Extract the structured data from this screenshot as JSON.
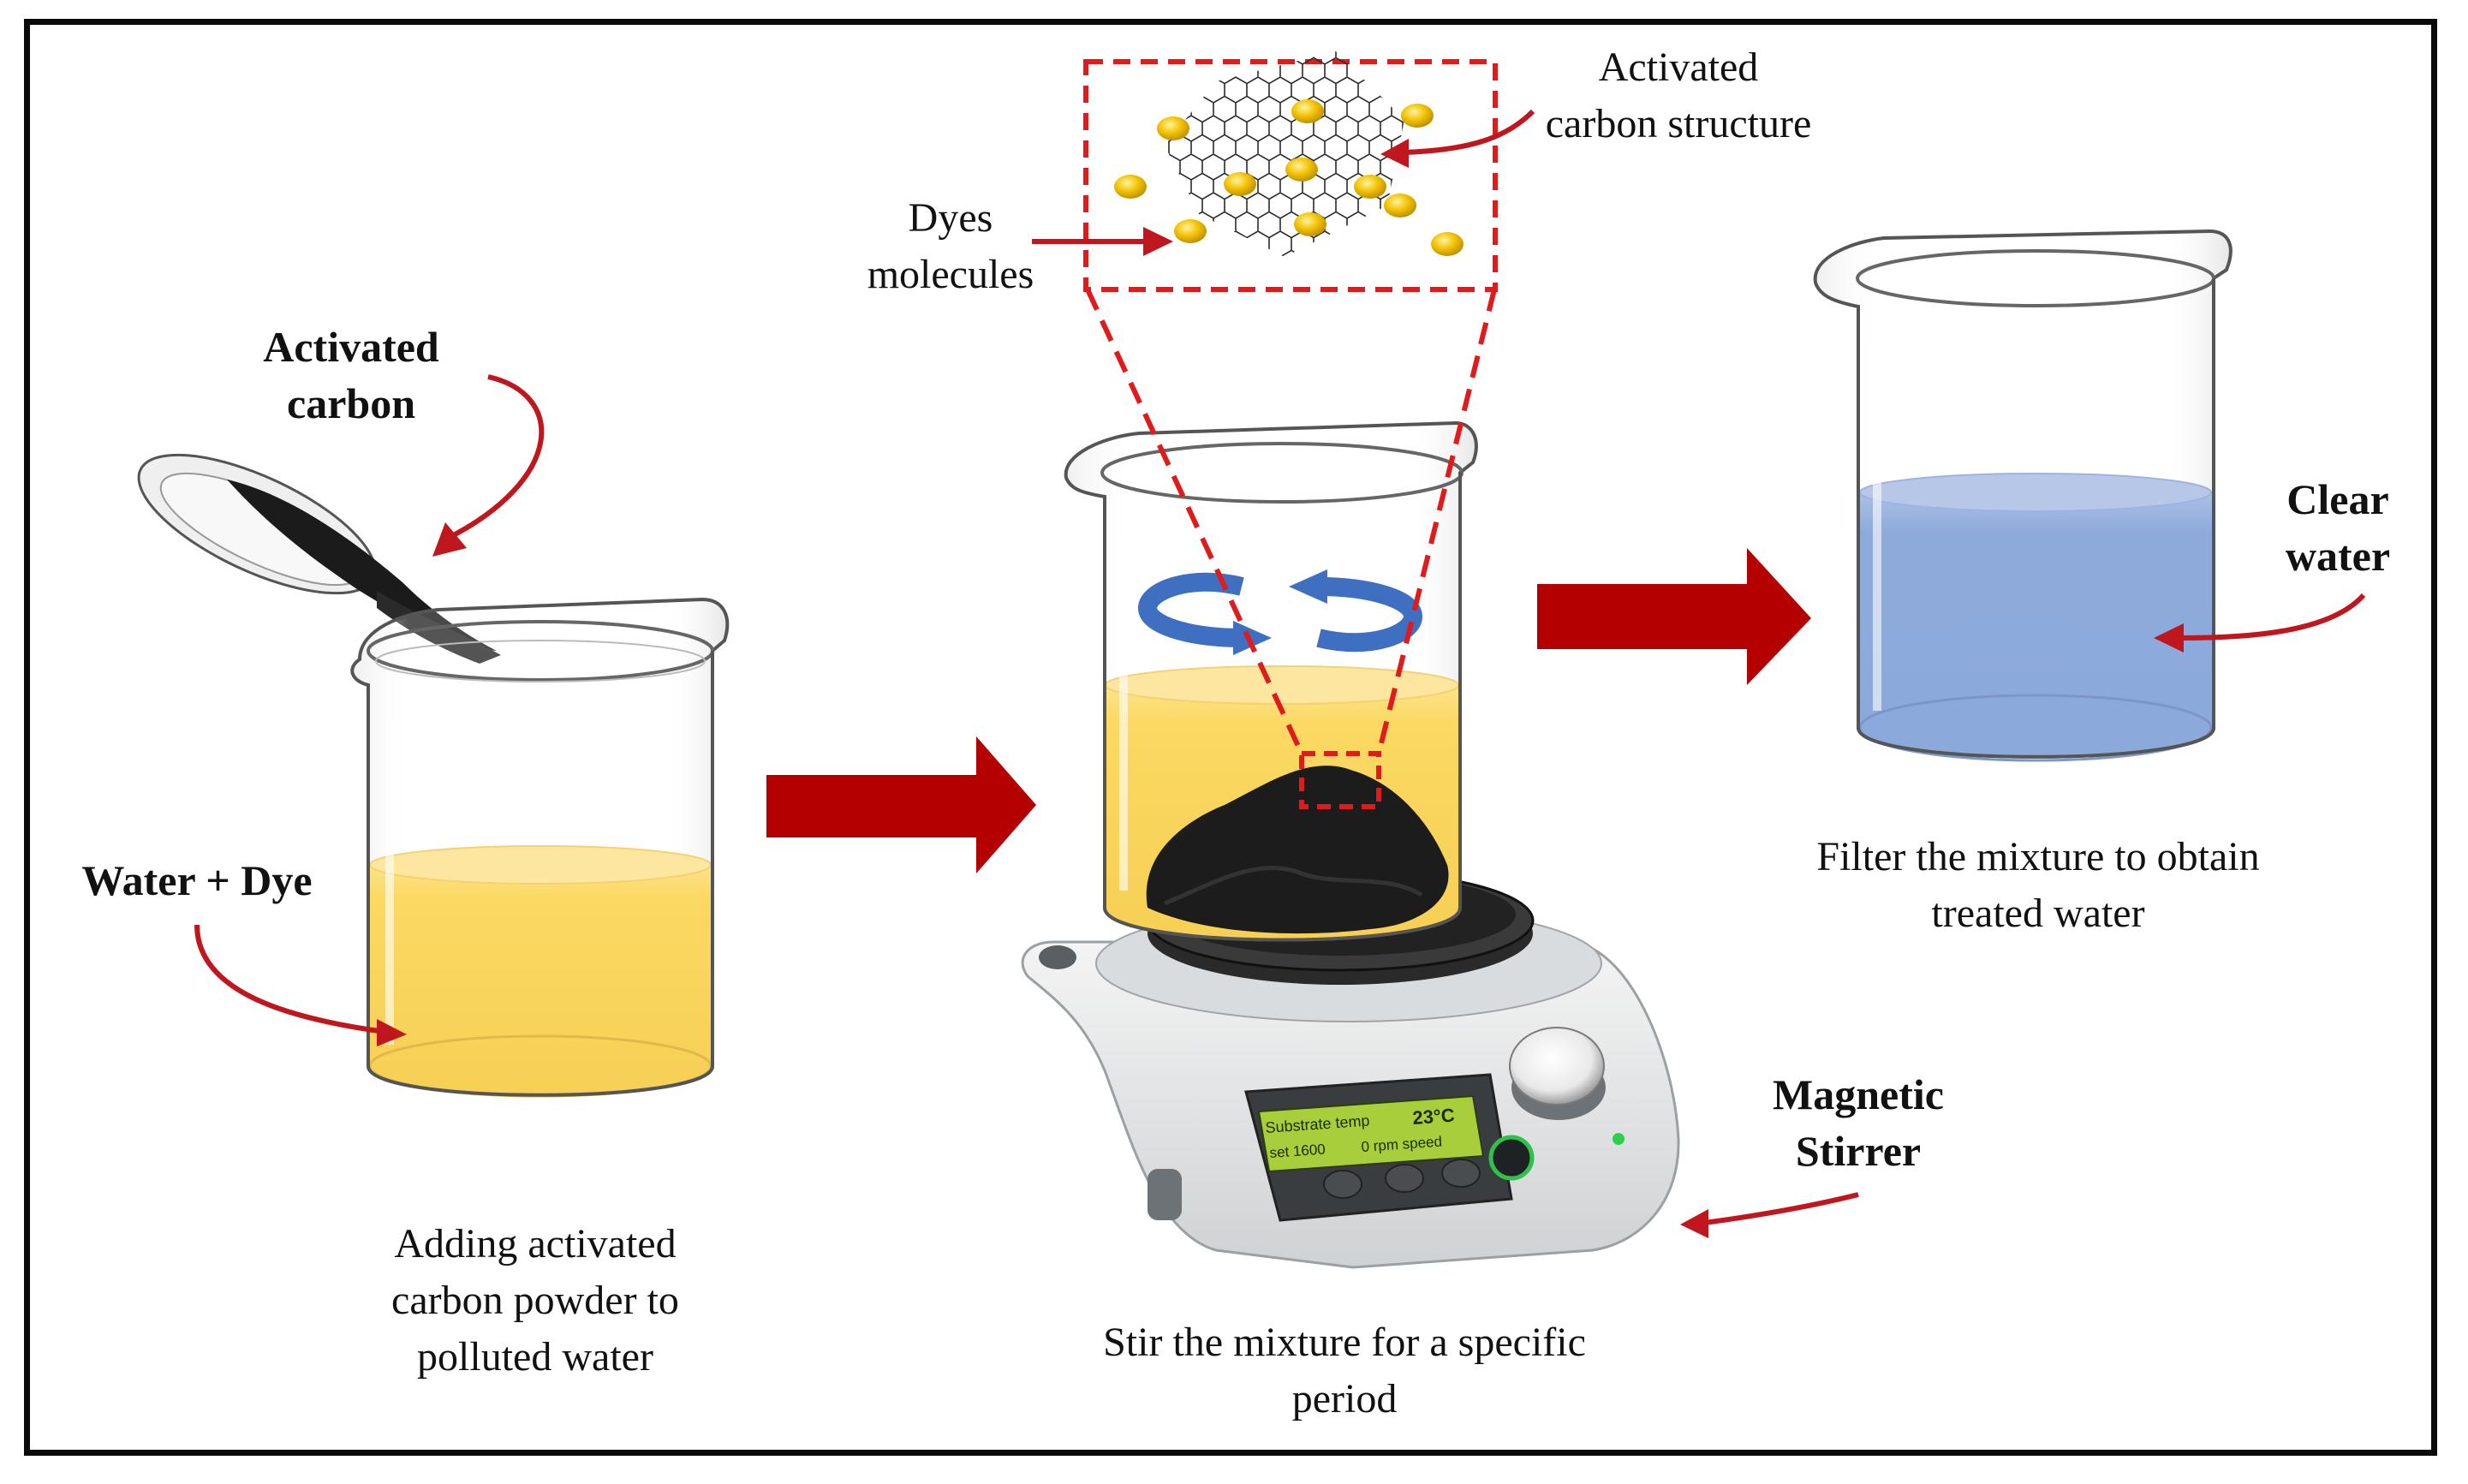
{
  "labels": {
    "activated_carbon": [
      "Activated",
      "carbon"
    ],
    "water_dye": "Water + Dye",
    "dyes_molecules": [
      "Dyes",
      "molecules"
    ],
    "carbon_structure": [
      "Activated",
      "carbon  structure"
    ],
    "clear_water": [
      "Clear",
      "water"
    ],
    "magnetic_stirrer": [
      "Magnetic",
      "Stirrer"
    ]
  },
  "captions": {
    "step1": [
      "Adding activated",
      "carbon powder to",
      "polluted water"
    ],
    "step2": [
      "Stir the mixture for a specific",
      "period"
    ],
    "step3": [
      "Filter the mixture to obtain",
      "treated water"
    ]
  },
  "stirrer_display": {
    "line1_label": "Substrate temp",
    "line1_value": "23°C",
    "line2_label": "set 1600",
    "line2_value": "0 rpm speed"
  },
  "colors": {
    "dye_liquid": "#fbd962",
    "clear_liquid": "#8eaadb",
    "arrow_red": "#b40000",
    "callout_red": "#c0161d",
    "rotation_blue": "#3f6fc1",
    "dye_molecule": "#f2c200",
    "carbon": "#1c1c1c"
  },
  "icons": [
    "spoon-icon",
    "beaker-icon",
    "flow-arrow-icon",
    "rotation-arrow-icon",
    "hotplate-stirrer-icon"
  ]
}
